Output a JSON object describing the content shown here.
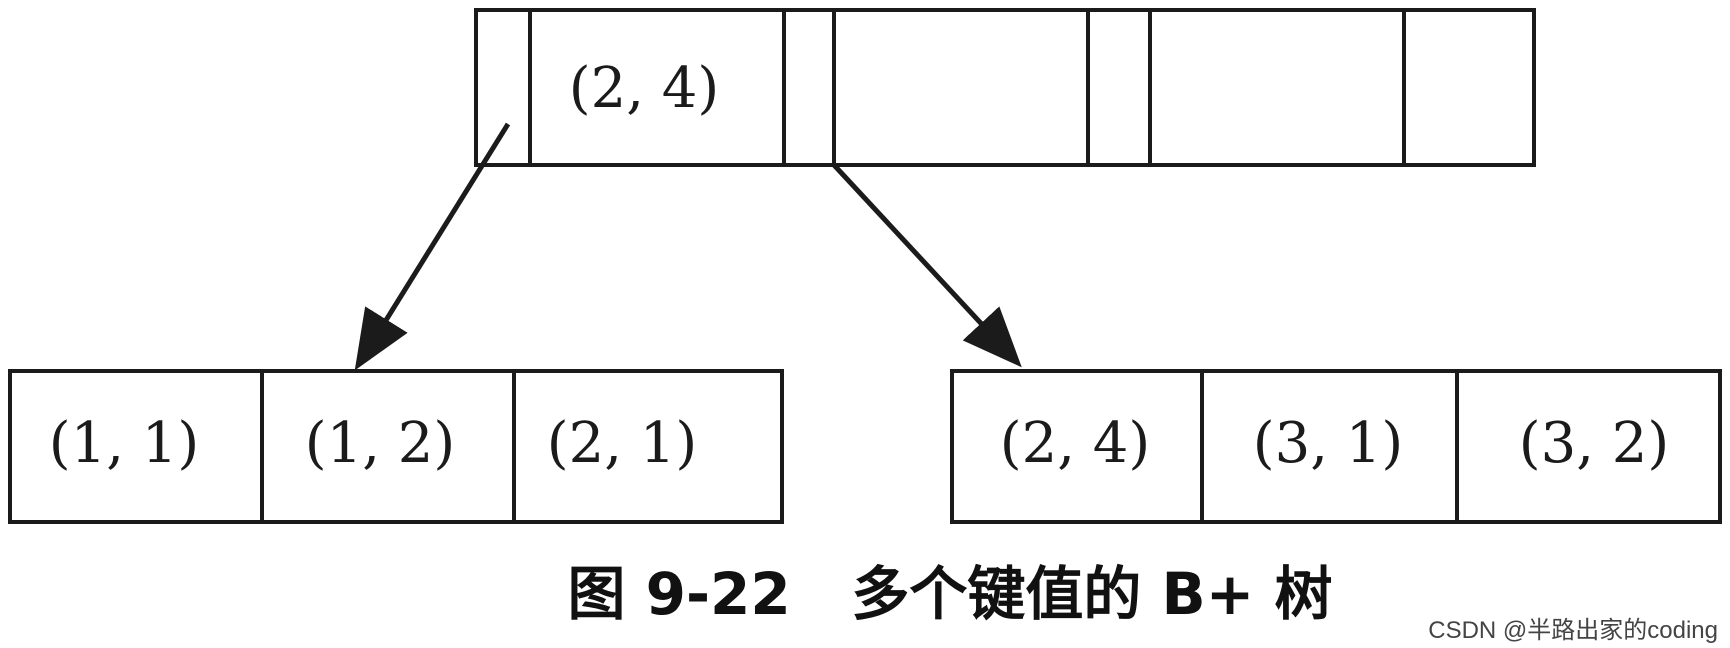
{
  "root_node": {
    "keys": [
      "(2, 4)",
      "",
      ""
    ]
  },
  "leaf_left": {
    "keys": [
      "(1, 1)",
      "(1, 2)",
      "(2, 1)"
    ]
  },
  "leaf_right": {
    "keys": [
      "(2, 4)",
      "(3, 1)",
      "(3, 2)"
    ]
  },
  "caption": "图 9-22   多个键值的 B+ 树",
  "watermark": "CSDN @半路出家的coding"
}
